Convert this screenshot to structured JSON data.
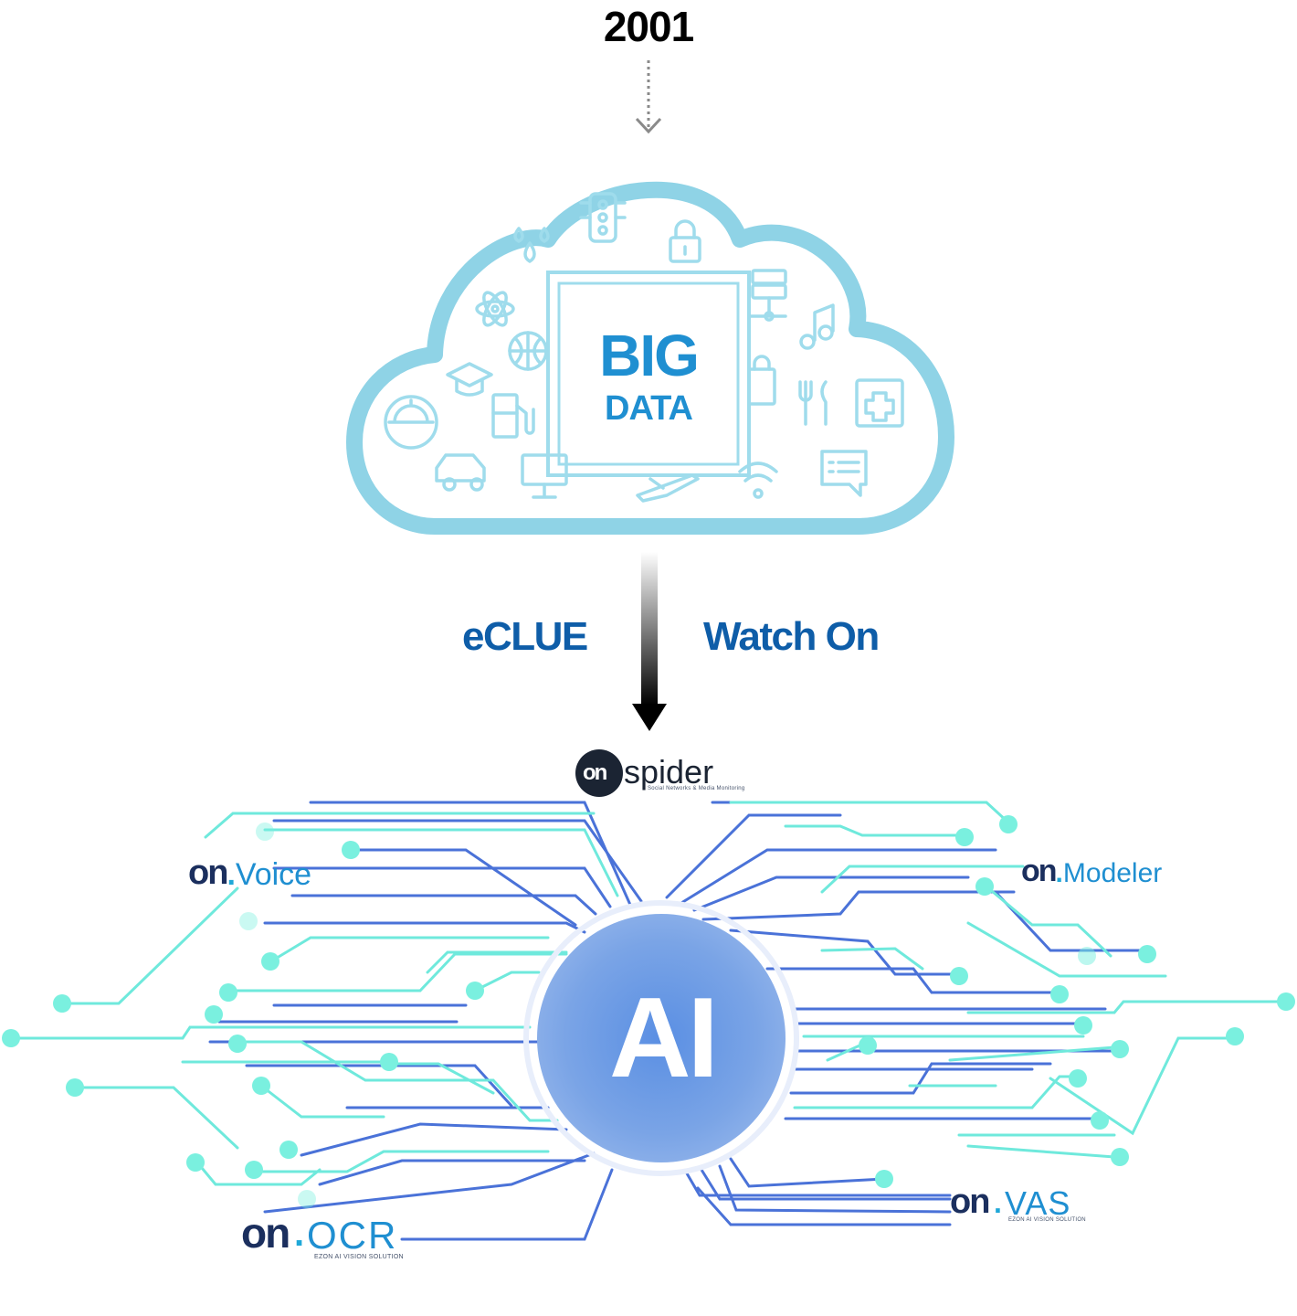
{
  "timeline": {
    "year": "2001"
  },
  "cloud": {
    "title_big": "BIG",
    "title_data": "DATA"
  },
  "pipeline": {
    "left_label": "eCLUE",
    "right_label": "Watch On"
  },
  "ai_hub": {
    "label": "AI"
  },
  "products": {
    "spider": {
      "prefix": "on",
      "name": "spider",
      "tagline": "Social Networks & Media Monitoring"
    },
    "voice": {
      "prefix": "on",
      "name": "Voice"
    },
    "modeler": {
      "prefix": "on",
      "name": "Modeler"
    },
    "ocr": {
      "prefix": "on",
      "name": "OCR",
      "tagline": "EZON AI VISION SOLUTION"
    },
    "vas": {
      "prefix": "on",
      "name": "VAS",
      "tagline": "EZON AI VISION SOLUTION"
    }
  },
  "colors": {
    "cloud_outline": "#8fd3e6",
    "cloud_icons": "#9fdcec",
    "label_blue": "#0e5da8",
    "big_data_blue": "#1f8fd1",
    "ai_fill": "#6f9de4",
    "circuit_blue": "#4a72d8",
    "circuit_cyan": "#6fe9dc"
  },
  "icons": [
    "traffic-light-icon",
    "water-drops-icon",
    "lock-icon",
    "server-icon",
    "atom-icon",
    "music-note-icon",
    "basketball-icon",
    "graduation-cap-icon",
    "shopping-bag-icon",
    "fork-knife-icon",
    "medical-cross-icon",
    "hard-hat-icon",
    "fuel-pump-icon",
    "car-icon",
    "monitor-icon",
    "airplane-icon",
    "wifi-icon",
    "chat-list-icon"
  ]
}
